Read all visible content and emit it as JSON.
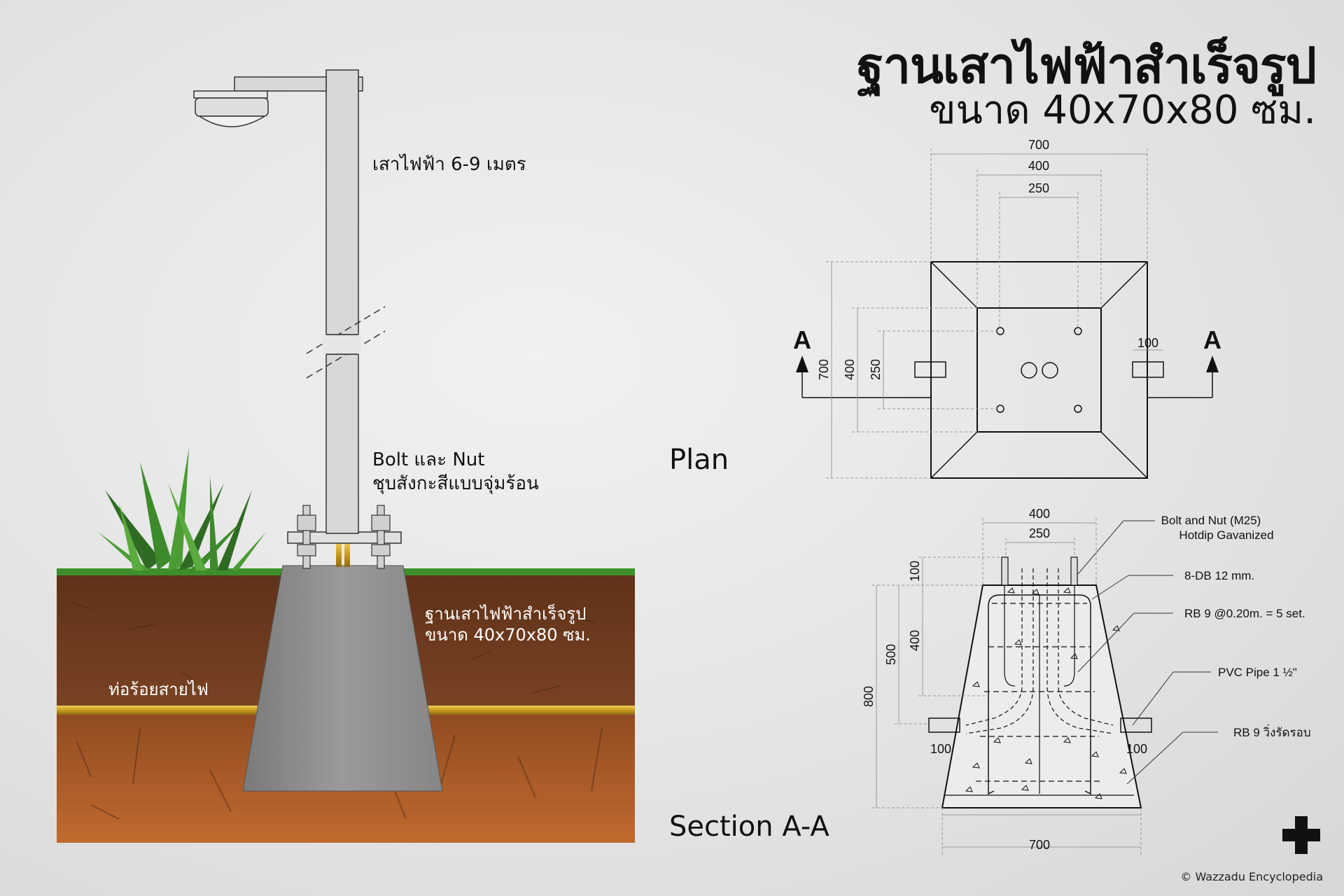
{
  "title": {
    "main": "ฐานเสาไฟฟ้าสำเร็จรูป",
    "sub": "ขนาด 40x70x80 ซม."
  },
  "illustration": {
    "pole_label": "เสาไฟฟ้า 6-9 เมตร",
    "bolt_label_line1": "Bolt และ Nut",
    "bolt_label_line2": "ชุบสังกะสีแบบจุ่มร้อน",
    "base_label_line1": "ฐานเสาไฟฟ้าสำเร็จรูป",
    "base_label_line2": "ขนาด 40x70x80 ซม.",
    "conduit_label": "ท่อร้อยสายไฟ"
  },
  "plan": {
    "title": "Plan",
    "section_marker": "A",
    "dim_top": [
      "700",
      "400",
      "250"
    ],
    "dim_left": [
      "700",
      "400",
      "250"
    ],
    "dim_right": "100"
  },
  "section": {
    "title": "Section A-A",
    "dim_top": [
      "400",
      "250"
    ],
    "dim_left": [
      "800",
      "500",
      "400",
      "100"
    ],
    "dim_side_left": "100",
    "dim_side_right": "100",
    "dim_bottom": "700",
    "notes": [
      {
        "line1": "Bolt and Nut (M25)",
        "line2": "Hotdip Gavanized"
      },
      {
        "line1": "8-DB 12 mm.",
        "line2": ""
      },
      {
        "line1": "RB 9 @0.20m. = 5 set.",
        "line2": ""
      },
      {
        "line1": "PVC Pipe 1 ½\"",
        "line2": ""
      },
      {
        "line1": "RB 9 วิ่งรัดรอบ",
        "line2": ""
      }
    ]
  },
  "copyright": "© Wazzadu Encyclopedia",
  "colors": {
    "soil_top": "#6e3a1e",
    "soil_bottom": "#b5622b",
    "grass": "#3c8f2a",
    "concrete": "#8c8c8c",
    "conduit": "#d4a72a",
    "pole": "#d8d8d8"
  },
  "icons": [
    "plus-logo-icon",
    "plant-icon",
    "street-light-icon"
  ]
}
